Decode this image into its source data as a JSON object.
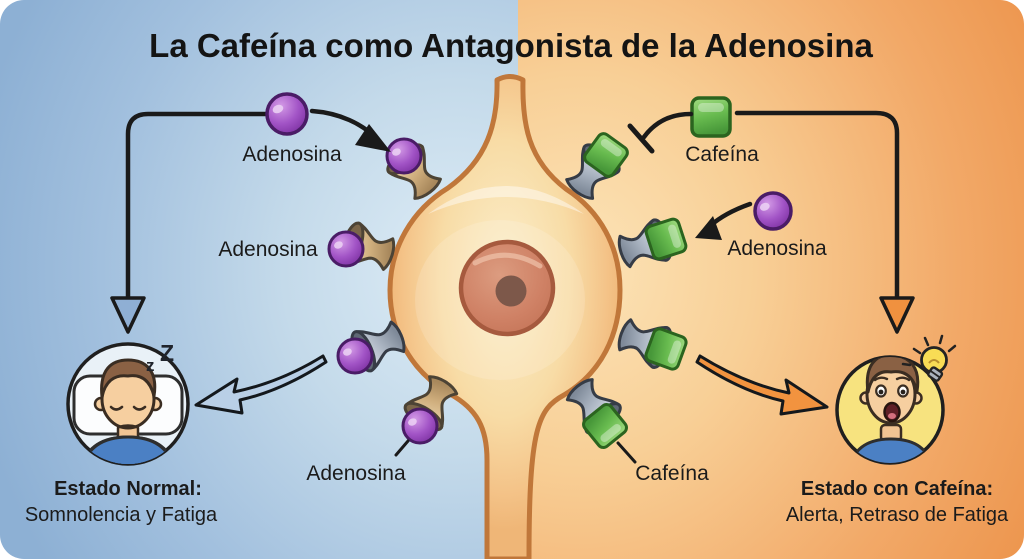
{
  "title": "La Cafeína como Antagonista de la Adenosina",
  "molecule_labels": {
    "adenosina_top_left": "Adenosina",
    "adenosina_mid_left": "Adenosina",
    "adenosina_bottom_left": "Adenosina",
    "cafeina_top": "Cafeína",
    "adenosina_right": "Adenosina",
    "cafeina_bottom": "Cafeína"
  },
  "states": {
    "normal": {
      "heading": "Estado Normal:",
      "description": "Somnolencia y Fatiga",
      "sleep_marks": {
        "small": "z",
        "big": "Z"
      }
    },
    "caffeinated": {
      "heading": "Estado con Cafeína:",
      "description": "Alerta, Retraso de Fatiga"
    }
  },
  "icons": {
    "left_state": "sleeping-person",
    "right_state": "alert-person-with-lightbulb"
  },
  "colors": {
    "left_background_blue": "#9fbedd",
    "right_background_orange": "#f2a968",
    "adenosine_purple": "#9a49bd",
    "caffeine_green": "#5fae4a",
    "adenosine_receptor_tan": "#c9a878",
    "blocked_receptor_gray": "#a9b3c0",
    "normal_state_arrow_blue": "#b9cfe6",
    "caffeine_state_arrow_orange": "#f0913f",
    "cell_body": "#f3c183",
    "nucleus": "#cf8165"
  }
}
